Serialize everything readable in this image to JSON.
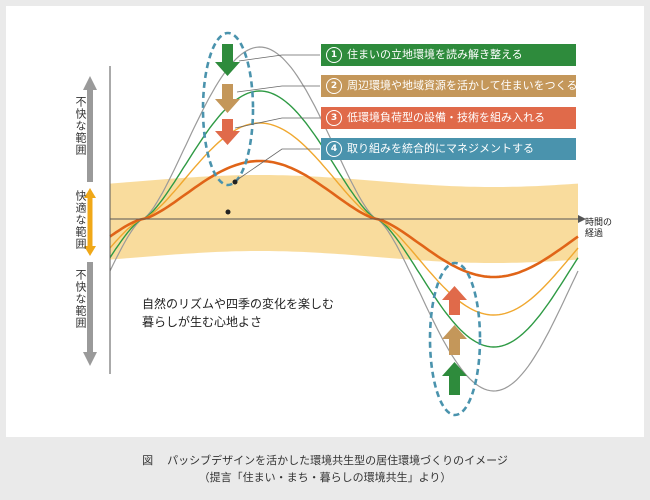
{
  "axis": {
    "upper": "不快な範囲",
    "middle": "快適な範囲",
    "lower": "不快な範囲"
  },
  "steps": [
    {
      "num": "1",
      "label": "住まいの立地環境を読み解き整える",
      "color": "#2e8b3c"
    },
    {
      "num": "2",
      "label": "周辺環境や地域資源を活かして住まいをつくる",
      "color": "#c4975a"
    },
    {
      "num": "3",
      "label": "低環境負荷型の設備・技術を組み入れる",
      "color": "#e06a4a"
    },
    {
      "num": "4",
      "label": "取り組みを統合的にマネジメントする",
      "color": "#4a93ad"
    }
  ],
  "note": {
    "line1": "自然のリズムや四季の変化を楽しむ",
    "line2": "暮らしが生む心地よさ"
  },
  "time_label": {
    "line1": "時間の",
    "line2": "経過"
  },
  "caption": {
    "fig": "図",
    "line1": "パッシブデザインを活かした環境共生型の居住環境づくりのイメージ",
    "line2": "（提言「住まい・まち・暮らしの環境共生」より）"
  },
  "colors": {
    "comfort_band": "#f8d68c",
    "curve_gray": "#9a9a9a",
    "curve_green": "#2e9a44",
    "curve_tan": "#f0a830",
    "curve_orange": "#e06418",
    "dashed_ellipse": "#4a93ad",
    "axis_gray": "#9a9a9a",
    "axis_comfort": "#f0a818"
  }
}
